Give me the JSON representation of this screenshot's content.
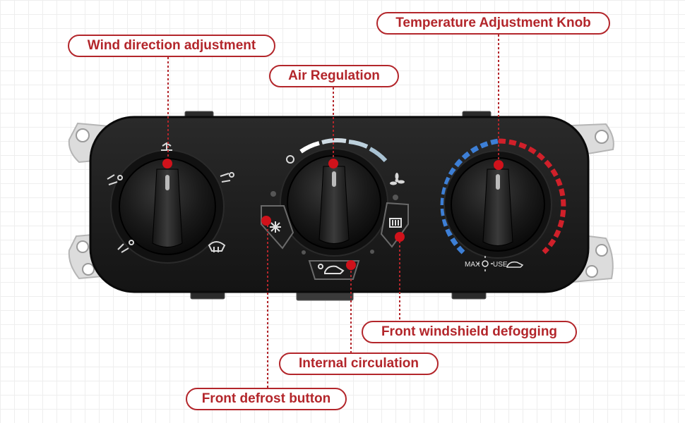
{
  "callouts": {
    "wind_direction": "Wind direction adjustment",
    "air_regulation": "Air Regulation",
    "temperature_knob": "Temperature Adjustment Knob",
    "front_windshield": "Front windshield defogging",
    "internal_circulation": "Internal circulation",
    "front_defrost": "Front defrost button"
  },
  "panel": {
    "max_label": "MAX",
    "use_label": "USE"
  },
  "colors": {
    "accent": "#b3262b",
    "pointer": "#d0121b",
    "cold_scale": "#3d7fd6",
    "hot_scale": "#d0202a",
    "fan_scale": "#bcd0dc",
    "panel": "#1a1a1a",
    "bracket": "#dcdcdc"
  },
  "icons": {
    "left_knob": [
      "face-vent-icon",
      "bilevel-vent-icon",
      "floor-vent-icon",
      "windshield-defrost-icon",
      "floor-defrost-icon"
    ],
    "middle_knob": [
      "fan-off-icon",
      "fan-icon"
    ],
    "buttons": [
      "ac-snowflake-icon",
      "recirculation-icon",
      "rear-defrost-icon"
    ]
  }
}
